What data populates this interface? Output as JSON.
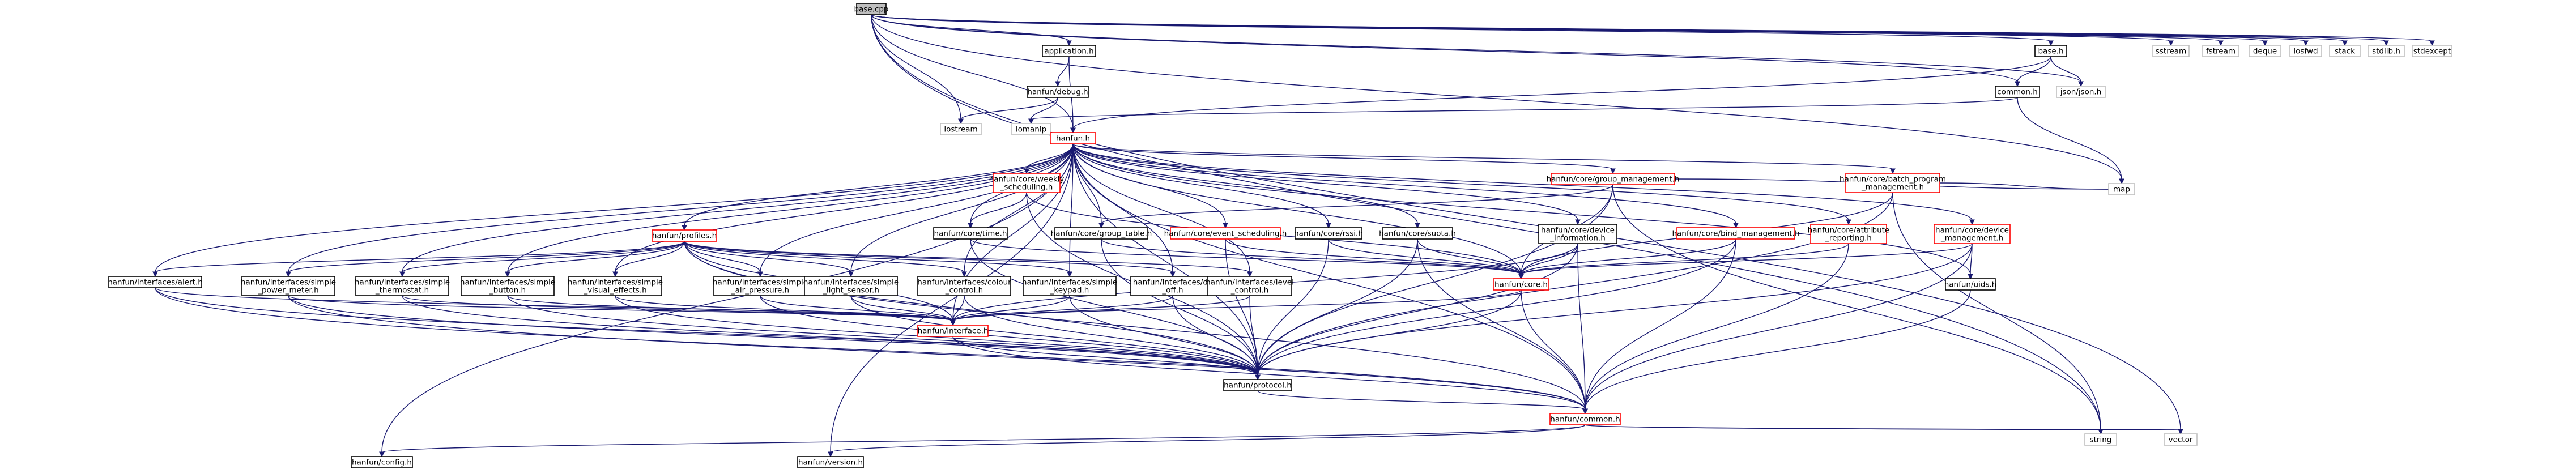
{
  "diagram": {
    "type": "include-dependency-graph",
    "colors": {
      "edge": "#191970",
      "root_fill": "#bfbfbf",
      "node_border": "#000000",
      "truncated_border": "#ff0000",
      "system_border": "#bfbfbf"
    },
    "nodes": [
      {
        "id": "base_cpp",
        "label": "base.cpp",
        "kind": "root"
      },
      {
        "id": "application_h",
        "label": "application.h",
        "kind": "normal"
      },
      {
        "id": "hanfun_debug_h",
        "label": "hanfun/debug.h",
        "kind": "normal"
      },
      {
        "id": "iostream",
        "label": "iostream",
        "kind": "system"
      },
      {
        "id": "iomanip",
        "label": "iomanip",
        "kind": "system"
      },
      {
        "id": "hanfun_h",
        "label": "hanfun.h",
        "kind": "truncated"
      },
      {
        "id": "base_h",
        "label": "base.h",
        "kind": "normal"
      },
      {
        "id": "common_h",
        "label": "common.h",
        "kind": "normal"
      },
      {
        "id": "json_json_h",
        "label": "json/json.h",
        "kind": "system"
      },
      {
        "id": "sstream",
        "label": "sstream",
        "kind": "system"
      },
      {
        "id": "fstream",
        "label": "fstream",
        "kind": "system"
      },
      {
        "id": "deque",
        "label": "deque",
        "kind": "system"
      },
      {
        "id": "iosfwd",
        "label": "iosfwd",
        "kind": "system"
      },
      {
        "id": "stack",
        "label": "stack",
        "kind": "system"
      },
      {
        "id": "stdlib_h",
        "label": "stdlib.h",
        "kind": "system"
      },
      {
        "id": "stdexcept",
        "label": "stdexcept",
        "kind": "system"
      },
      {
        "id": "map",
        "label": "map",
        "kind": "system"
      },
      {
        "id": "string",
        "label": "string",
        "kind": "system"
      },
      {
        "id": "vector",
        "label": "vector",
        "kind": "system"
      },
      {
        "id": "core_weekly",
        "label": [
          "hanfun/core/weekly",
          "_scheduling.h"
        ],
        "kind": "truncated"
      },
      {
        "id": "core_group_mgmt",
        "label": "hanfun/core/group_management.h",
        "kind": "truncated"
      },
      {
        "id": "core_batch",
        "label": [
          "hanfun/core/batch_program",
          "_management.h"
        ],
        "kind": "truncated"
      },
      {
        "id": "profiles_h",
        "label": "hanfun/profiles.h",
        "kind": "truncated"
      },
      {
        "id": "core_time_h",
        "label": "hanfun/core/time.h",
        "kind": "normal"
      },
      {
        "id": "core_group_table",
        "label": "hanfun/core/group_table.h",
        "kind": "normal"
      },
      {
        "id": "core_event_sched",
        "label": "hanfun/core/event_scheduling.h",
        "kind": "truncated"
      },
      {
        "id": "core_rssi",
        "label": "hanfun/core/rssi.h",
        "kind": "normal"
      },
      {
        "id": "core_suota",
        "label": "hanfun/core/suota.h",
        "kind": "normal"
      },
      {
        "id": "core_device_info",
        "label": [
          "hanfun/core/device",
          "_information.h"
        ],
        "kind": "normal"
      },
      {
        "id": "core_bind_mgmt",
        "label": "hanfun/core/bind_management.h",
        "kind": "truncated"
      },
      {
        "id": "core_attr_reporting",
        "label": [
          "hanfun/core/attribute",
          "_reporting.h"
        ],
        "kind": "truncated"
      },
      {
        "id": "core_device_mgmt",
        "label": [
          "hanfun/core/device",
          "_management.h"
        ],
        "kind": "truncated"
      },
      {
        "id": "if_alert",
        "label": "hanfun/interfaces/alert.h",
        "kind": "normal"
      },
      {
        "id": "if_power_meter",
        "label": [
          "hanfun/interfaces/simple",
          "_power_meter.h"
        ],
        "kind": "normal"
      },
      {
        "id": "if_thermostat",
        "label": [
          "hanfun/interfaces/simple",
          "_thermostat.h"
        ],
        "kind": "normal"
      },
      {
        "id": "if_button",
        "label": [
          "hanfun/interfaces/simple",
          "_button.h"
        ],
        "kind": "normal"
      },
      {
        "id": "if_visual",
        "label": [
          "hanfun/interfaces/simple",
          "_visual_effects.h"
        ],
        "kind": "normal"
      },
      {
        "id": "if_air_pressure",
        "label": [
          "hanfun/interfaces/simple",
          "_air_pressure.h"
        ],
        "kind": "normal"
      },
      {
        "id": "if_light_sensor",
        "label": [
          "hanfun/interfaces/simple",
          "_light_sensor.h"
        ],
        "kind": "normal"
      },
      {
        "id": "if_colour",
        "label": [
          "hanfun/interfaces/colour",
          "_control.h"
        ],
        "kind": "normal"
      },
      {
        "id": "if_keypad",
        "label": [
          "hanfun/interfaces/simple",
          "_keypad.h"
        ],
        "kind": "normal"
      },
      {
        "id": "if_onoff",
        "label": [
          "hanfun/interfaces/on",
          "_off.h"
        ],
        "kind": "normal"
      },
      {
        "id": "if_level",
        "label": [
          "hanfun/interfaces/level",
          "_control.h"
        ],
        "kind": "normal"
      },
      {
        "id": "core_h",
        "label": "hanfun/core.h",
        "kind": "truncated"
      },
      {
        "id": "uids_h",
        "label": "hanfun/uids.h",
        "kind": "normal"
      },
      {
        "id": "interface_h",
        "label": "hanfun/interface.h",
        "kind": "truncated"
      },
      {
        "id": "protocol_h",
        "label": "hanfun/protocol.h",
        "kind": "normal"
      },
      {
        "id": "hf_common_h",
        "label": "hanfun/common.h",
        "kind": "truncated"
      },
      {
        "id": "hf_config_h",
        "label": "hanfun/config.h",
        "kind": "normal"
      },
      {
        "id": "hf_version_h",
        "label": "hanfun/version.h",
        "kind": "normal"
      }
    ],
    "edges": [
      [
        "base_cpp",
        "application_h"
      ],
      [
        "base_cpp",
        "iostream"
      ],
      [
        "base_cpp",
        "hanfun_h"
      ],
      [
        "base_cpp",
        "base_h"
      ],
      [
        "base_cpp",
        "common_h"
      ],
      [
        "base_cpp",
        "json_json_h"
      ],
      [
        "base_cpp",
        "sstream"
      ],
      [
        "base_cpp",
        "fstream"
      ],
      [
        "base_cpp",
        "deque"
      ],
      [
        "base_cpp",
        "iosfwd"
      ],
      [
        "base_cpp",
        "stack"
      ],
      [
        "base_cpp",
        "stdlib_h"
      ],
      [
        "base_cpp",
        "stdexcept"
      ],
      [
        "base_cpp",
        "map"
      ],
      [
        "base_cpp",
        "string"
      ],
      [
        "base_cpp",
        "vector"
      ],
      [
        "application_h",
        "hanfun_debug_h"
      ],
      [
        "application_h",
        "hanfun_h"
      ],
      [
        "hanfun_debug_h",
        "iostream"
      ],
      [
        "hanfun_debug_h",
        "iomanip"
      ],
      [
        "base_h",
        "common_h"
      ],
      [
        "base_h",
        "json_json_h"
      ],
      [
        "base_h",
        "hanfun_h"
      ],
      [
        "common_h",
        "iomanip"
      ],
      [
        "common_h",
        "map"
      ],
      [
        "hanfun_h",
        "core_weekly"
      ],
      [
        "hanfun_h",
        "core_group_mgmt"
      ],
      [
        "hanfun_h",
        "core_batch"
      ],
      [
        "hanfun_h",
        "profiles_h"
      ],
      [
        "hanfun_h",
        "core_time_h"
      ],
      [
        "hanfun_h",
        "core_group_table"
      ],
      [
        "hanfun_h",
        "core_event_sched"
      ],
      [
        "hanfun_h",
        "core_rssi"
      ],
      [
        "hanfun_h",
        "core_suota"
      ],
      [
        "hanfun_h",
        "core_device_info"
      ],
      [
        "hanfun_h",
        "core_bind_mgmt"
      ],
      [
        "hanfun_h",
        "core_attr_reporting"
      ],
      [
        "hanfun_h",
        "core_device_mgmt"
      ],
      [
        "hanfun_h",
        "if_alert"
      ],
      [
        "hanfun_h",
        "if_power_meter"
      ],
      [
        "hanfun_h",
        "if_thermostat"
      ],
      [
        "hanfun_h",
        "if_button"
      ],
      [
        "hanfun_h",
        "if_visual"
      ],
      [
        "hanfun_h",
        "if_air_pressure"
      ],
      [
        "hanfun_h",
        "if_light_sensor"
      ],
      [
        "hanfun_h",
        "if_colour"
      ],
      [
        "hanfun_h",
        "if_keypad"
      ],
      [
        "hanfun_h",
        "if_onoff"
      ],
      [
        "hanfun_h",
        "if_level"
      ],
      [
        "hanfun_h",
        "core_h"
      ],
      [
        "hanfun_h",
        "uids_h"
      ],
      [
        "hanfun_h",
        "interface_h"
      ],
      [
        "hanfun_h",
        "protocol_h"
      ],
      [
        "hanfun_h",
        "hf_common_h"
      ],
      [
        "hanfun_h",
        "hf_config_h"
      ],
      [
        "hanfun_h",
        "hf_version_h"
      ],
      [
        "core_weekly",
        "core_time_h"
      ],
      [
        "core_weekly",
        "core_h"
      ],
      [
        "core_weekly",
        "protocol_h"
      ],
      [
        "core_group_mgmt",
        "core_group_table"
      ],
      [
        "core_group_mgmt",
        "core_h"
      ],
      [
        "core_group_mgmt",
        "protocol_h"
      ],
      [
        "core_group_mgmt",
        "map"
      ],
      [
        "core_group_mgmt",
        "string"
      ],
      [
        "core_batch",
        "map"
      ],
      [
        "core_batch",
        "string"
      ],
      [
        "core_batch",
        "core_h"
      ],
      [
        "core_batch",
        "protocol_h"
      ],
      [
        "profiles_h",
        "if_alert"
      ],
      [
        "profiles_h",
        "if_power_meter"
      ],
      [
        "profiles_h",
        "if_thermostat"
      ],
      [
        "profiles_h",
        "if_button"
      ],
      [
        "profiles_h",
        "if_visual"
      ],
      [
        "profiles_h",
        "if_air_pressure"
      ],
      [
        "profiles_h",
        "if_light_sensor"
      ],
      [
        "profiles_h",
        "if_colour"
      ],
      [
        "profiles_h",
        "if_keypad"
      ],
      [
        "profiles_h",
        "if_onoff"
      ],
      [
        "profiles_h",
        "if_level"
      ],
      [
        "profiles_h",
        "interface_h"
      ],
      [
        "profiles_h",
        "protocol_h"
      ],
      [
        "profiles_h",
        "hf_common_h"
      ],
      [
        "core_time_h",
        "core_h"
      ],
      [
        "core_time_h",
        "protocol_h"
      ],
      [
        "core_group_table",
        "core_h"
      ],
      [
        "core_group_table",
        "protocol_h"
      ],
      [
        "core_event_sched",
        "core_h"
      ],
      [
        "core_event_sched",
        "protocol_h"
      ],
      [
        "core_rssi",
        "core_h"
      ],
      [
        "core_rssi",
        "protocol_h"
      ],
      [
        "core_suota",
        "core_h"
      ],
      [
        "core_suota",
        "protocol_h"
      ],
      [
        "core_suota",
        "hf_common_h"
      ],
      [
        "core_device_info",
        "core_h"
      ],
      [
        "core_device_info",
        "interface_h"
      ],
      [
        "core_device_info",
        "protocol_h"
      ],
      [
        "core_device_info",
        "hf_common_h"
      ],
      [
        "core_bind_mgmt",
        "core_h"
      ],
      [
        "core_bind_mgmt",
        "protocol_h"
      ],
      [
        "core_bind_mgmt",
        "hf_common_h"
      ],
      [
        "core_attr_reporting",
        "core_h"
      ],
      [
        "core_attr_reporting",
        "hf_common_h"
      ],
      [
        "core_device_mgmt",
        "core_h"
      ],
      [
        "core_device_mgmt",
        "uids_h"
      ],
      [
        "core_device_mgmt",
        "protocol_h"
      ],
      [
        "core_device_mgmt",
        "hf_common_h"
      ],
      [
        "if_alert",
        "interface_h"
      ],
      [
        "if_alert",
        "protocol_h"
      ],
      [
        "if_alert",
        "hf_common_h"
      ],
      [
        "if_power_meter",
        "interface_h"
      ],
      [
        "if_power_meter",
        "protocol_h"
      ],
      [
        "if_power_meter",
        "hf_common_h"
      ],
      [
        "if_thermostat",
        "interface_h"
      ],
      [
        "if_thermostat",
        "protocol_h"
      ],
      [
        "if_button",
        "interface_h"
      ],
      [
        "if_button",
        "protocol_h"
      ],
      [
        "if_visual",
        "interface_h"
      ],
      [
        "if_visual",
        "protocol_h"
      ],
      [
        "if_air_pressure",
        "interface_h"
      ],
      [
        "if_air_pressure",
        "protocol_h"
      ],
      [
        "if_light_sensor",
        "interface_h"
      ],
      [
        "if_light_sensor",
        "protocol_h"
      ],
      [
        "if_colour",
        "interface_h"
      ],
      [
        "if_colour",
        "protocol_h"
      ],
      [
        "if_keypad",
        "interface_h"
      ],
      [
        "if_keypad",
        "protocol_h"
      ],
      [
        "if_onoff",
        "interface_h"
      ],
      [
        "if_onoff",
        "protocol_h"
      ],
      [
        "if_level",
        "interface_h"
      ],
      [
        "if_level",
        "protocol_h"
      ],
      [
        "core_h",
        "interface_h"
      ],
      [
        "core_h",
        "protocol_h"
      ],
      [
        "core_h",
        "hf_common_h"
      ],
      [
        "uids_h",
        "hf_common_h"
      ],
      [
        "interface_h",
        "protocol_h"
      ],
      [
        "interface_h",
        "hf_common_h"
      ],
      [
        "protocol_h",
        "hf_common_h"
      ],
      [
        "hf_common_h",
        "hf_config_h"
      ],
      [
        "hf_common_h",
        "hf_version_h"
      ],
      [
        "hf_common_h",
        "string"
      ],
      [
        "hf_common_h",
        "vector"
      ]
    ]
  }
}
